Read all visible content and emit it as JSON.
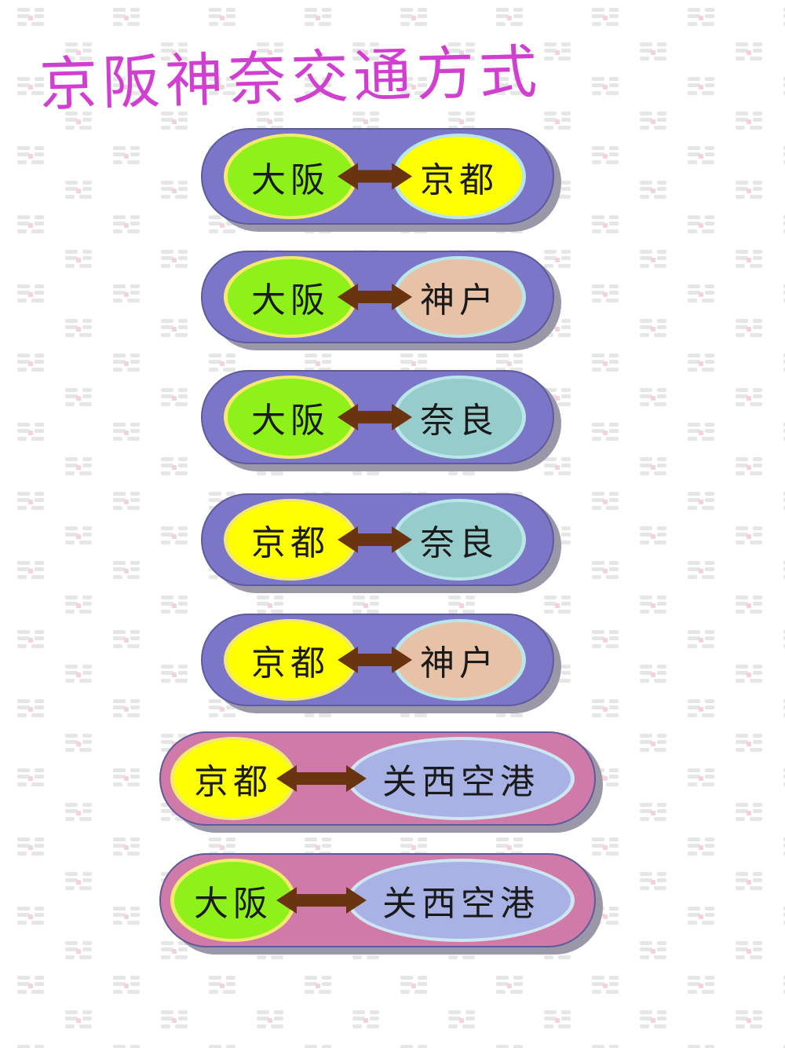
{
  "title": "京阪神奈交通方式",
  "colors": {
    "title": "#d13fd1",
    "pill_city": "#7b76c8",
    "pill_airport": "#cf7aa8",
    "pill_side": "#9a98a8",
    "arrow": "#6b3410",
    "osaka_fill": "#8ef21a",
    "kyoto_fill": "#ffff00",
    "kobe_fill": "#e8c2a6",
    "nara_fill": "#96cccc",
    "airport_fill": "#a9b2e4"
  },
  "routes": [
    {
      "from": "大阪",
      "to": "京都"
    },
    {
      "from": "大阪",
      "to": "神户"
    },
    {
      "from": "大阪",
      "to": "奈良"
    },
    {
      "from": "京都",
      "to": "奈良"
    },
    {
      "from": "京都",
      "to": "神户"
    },
    {
      "from": "京都",
      "to": "关西空港"
    },
    {
      "from": "大阪",
      "to": "关西空港"
    }
  ]
}
